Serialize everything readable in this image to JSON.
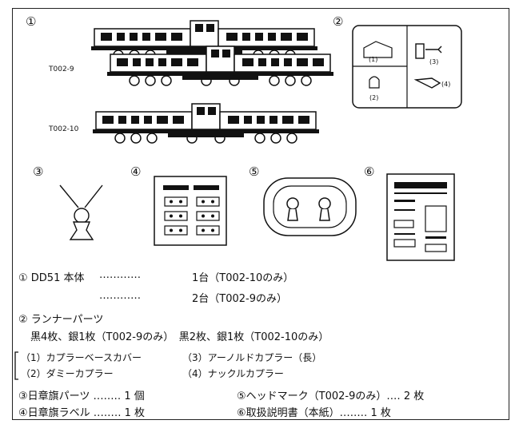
{
  "figures": {
    "fig1_number": "①",
    "fig2_number": "②",
    "fig3_number": "③",
    "fig4_number": "④",
    "fig5_number": "⑤",
    "fig6_number": "⑥",
    "code_t002_9": "T002-9",
    "code_t002_10": "T002-10",
    "runner_labels": [
      "(1)",
      "(2)",
      "(3)",
      "(4)"
    ]
  },
  "parts_list": {
    "line1_name": "① DD51 本体",
    "line1_dots": "‥‥‥‥‥‥",
    "line1_qty": "1台（T002-10のみ）",
    "line2_dots": "‥‥‥‥‥‥",
    "line2_qty": "2台（T002-9のみ）",
    "line3_name": "② ランナーパーツ",
    "line4": "黒4枚、銀1枚（T002-9のみ）　黒2枚、銀1枚（T002-10のみ）",
    "sub1_a": "（1）カプラーベースカバー",
    "sub1_b": "（3）アーノルドカプラー（長）",
    "sub2_a": "（2）ダミーカプラー",
    "sub2_b": "（4）ナックルカプラー",
    "line5_a": "③日章旗パーツ ‥‥‥‥ 1 個",
    "line5_b": "⑤ヘッドマーク（T002-9のみ）‥‥ 2 枚",
    "line6_a": "④日章旗ラベル ‥‥‥‥ 1 枚",
    "line6_b": "⑥取扱説明書（本紙）‥‥‥‥ 1 枚"
  }
}
